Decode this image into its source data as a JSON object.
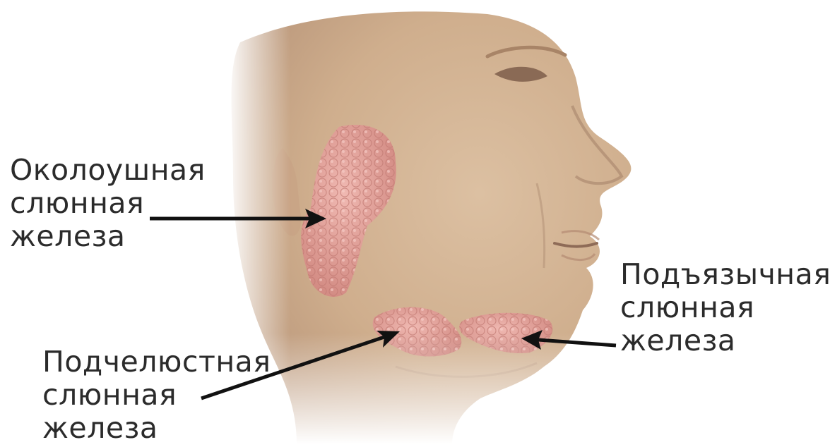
{
  "labels": {
    "parotid": [
      "Околоушная",
      "слюнная",
      "железа"
    ],
    "submandibular": [
      "Подчелюстная",
      "слюнная",
      "железа"
    ],
    "sublingual": [
      "Подъязычная",
      "слюнная",
      "железа"
    ]
  },
  "colors": {
    "skin": "#d6b898",
    "skin_shadow": "#b8957a",
    "gland": "#e6a7a0",
    "gland_dark": "#c98079",
    "arrow": "#111111",
    "text": "#2b2b2b"
  }
}
